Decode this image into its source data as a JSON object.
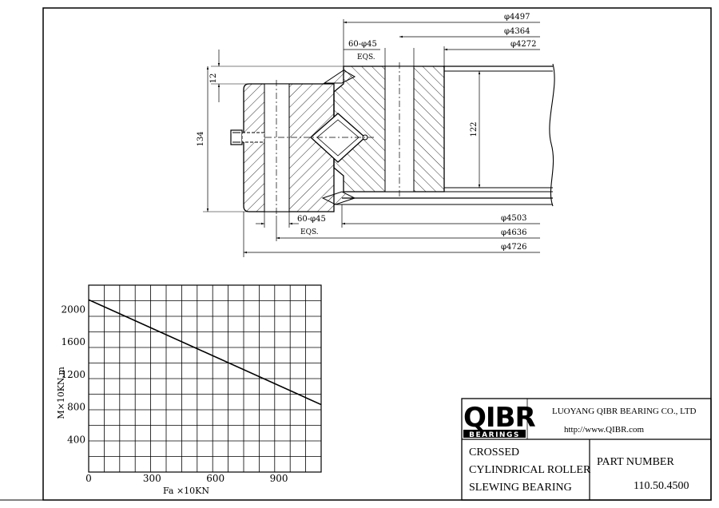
{
  "drawing": {
    "dims": {
      "d_top_1": "φ4497",
      "d_top_2": "φ4364",
      "d_top_3": "φ4272",
      "holes_top": "60-φ45",
      "eqs_top": "EQS.",
      "h_12": "12",
      "h_134": "134",
      "h_122": "122",
      "holes_bottom": "60-φ45",
      "eqs_bottom": "EQS.",
      "d_bot_1": "φ4503",
      "d_bot_2": "φ4636",
      "d_bot_3": "φ4726"
    }
  },
  "chart_data": {
    "type": "line",
    "title": "",
    "xlabel": "Fa ×10KN",
    "ylabel": "M×10KN.m",
    "xlim": [
      0,
      1100
    ],
    "ylim": [
      0,
      2300
    ],
    "xticks": [
      "0",
      "300",
      "600",
      "900"
    ],
    "xtick_values": [
      0,
      300,
      600,
      900
    ],
    "yticks": [
      "400",
      "800",
      "1200",
      "1600",
      "2000"
    ],
    "ytick_values": [
      400,
      800,
      1200,
      1600,
      2000
    ],
    "grid": true,
    "series": [
      {
        "x": [
          0,
          1100
        ],
        "y": [
          2120,
          830
        ]
      }
    ]
  },
  "title_block": {
    "logo": "QIBR",
    "logo_sub": "BEARINGS",
    "company": "LUOYANG QIBR BEARING CO., LTD",
    "website": "http://www.QIBR.com",
    "product_line1": "CROSSED",
    "product_line2": "CYLINDRICAL ROLLER",
    "product_line3": "SLEWING BEARING",
    "part_label": "PART NUMBER",
    "part_number": "110.50.4500"
  }
}
